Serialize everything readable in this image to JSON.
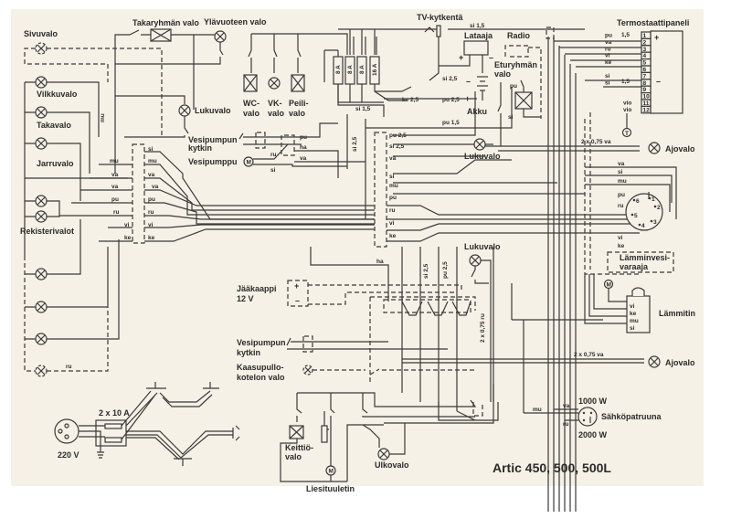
{
  "title": "Artic 450, 500, 500L",
  "components": {
    "sivuvalo": "Sivuvalo",
    "takaryhman_valo": "Takaryhmän valo",
    "ylavuoteen_valo": "Ylävuoteen valo",
    "vilkkuvalo": "Vilkkuvalo",
    "takavalo": "Takavalo",
    "jarruvalo": "Jarruvalo",
    "rekisterivalot": "Rekisterivalot",
    "lukuvalo_left": "Lukuvalo",
    "wc_valo_1": "WC-",
    "wc_valo_2": "valo",
    "vk_valo_1": "VK-",
    "vk_valo_2": "valo",
    "peili_valo_1": "Peili-",
    "peili_valo_2": "valo",
    "tv_kytkenta": "TV-kytkentä",
    "lataaja": "Lataaja",
    "radio": "Radio",
    "eturyhman_valo_1": "Eturyhmän",
    "eturyhman_valo_2": "valo",
    "akku": "Akku",
    "termostaattipaneli": "Termostaattipaneli",
    "vesipumpun_kytkin_1": "Vesipumpun",
    "vesipumpun_kytkin_2": "kytkin",
    "vesipumppu": "Vesipumppu",
    "lukuvalo_mid": "Lukuvalo",
    "ajovalo_top": "Ajovalo",
    "lamminvesivaraaja_1": "Lämminvesi-",
    "lamminvesivaraaja_2": "varaaja",
    "lukuvalo_lower": "Lukuvalo",
    "jaakaappi_1": "Jääkaappi",
    "jaakaappi_2": "12 V",
    "lammitin": "Lämmitin",
    "vesipumpun_kytkin_lower_1": "Vesipumpun",
    "vesipumpun_kytkin_lower_2": "kytkin",
    "kaasupullo_1": "Kaasupullo-",
    "kaasupullo_2": "kotelon valo",
    "ajovalo_bottom": "Ajovalo",
    "sahkopatruuna": "Sähköpatruuna",
    "power_1000": "1000 W",
    "power_2000": "2000 W",
    "fuse_2x10": "2 x 10 A",
    "mains_220": "220 V",
    "keittiovalo_1": "Keittiö-",
    "keittiovalo_2": "valo",
    "liesituuletin": "Liesituuletin",
    "ulkovalo": "Ulkovalo"
  },
  "fuses": [
    "8 A",
    "8 A",
    "8 A",
    "16 A"
  ],
  "wire_labels": {
    "si_1_5_top": "si 1,5",
    "si_1_5_fuse": "si 1,5",
    "si_2_5": "si 2,5",
    "pu_2_5": "pu 2,5",
    "pu_1_5": "pu 1,5",
    "ke_2_5": "ke   2,5",
    "pu_eturyhma": "pu",
    "si_eturyhma": "si",
    "ajovalo_cable_top": "2 x 0,75 va",
    "ajovalo_cable_bottom": "2 x 0,75 va",
    "ru_cable": "2 x 0,75 ru",
    "vert_si_2_5": "si 2,5",
    "vert_pu_2_5": "pu 2,5",
    "block_pu_2_5": "pu 2,5",
    "block_si_2_5": "si 2,5",
    "ha_lower": "ha",
    "mu_vertical": "mu",
    "ru_sivuvalo": "ru",
    "mu_heater": "mu",
    "va_heater": "va",
    "ru_heater": "ru"
  },
  "left_connector": {
    "left": [
      "mu",
      "va",
      "va",
      "pu",
      "ru",
      "vi",
      "ke"
    ],
    "right": [
      "si",
      "mu",
      "va",
      "va",
      "pu",
      "ru",
      "vi",
      "ke"
    ]
  },
  "mid_connector": [
    "pu 2,5",
    "si 2,5",
    "va",
    "si",
    "mu",
    "pu",
    "ru",
    "vi",
    "ke"
  ],
  "pump_wires": [
    "pu",
    "ha",
    "va",
    "ru",
    "si"
  ],
  "thermostat": {
    "terminals": [
      "1",
      "2",
      "3",
      "4",
      "5",
      "6",
      "7",
      "8",
      "9",
      "10",
      "11",
      "12"
    ],
    "wires": [
      "pu",
      "va",
      "ru",
      "vi",
      "ke",
      "",
      "si",
      "si",
      "",
      "",
      "vio",
      "vio"
    ],
    "gauge_1": "1,5",
    "gauge_8": "1,5",
    "plus": "+",
    "minus": "–",
    "sensor": "T"
  },
  "round_connector": {
    "pins": [
      "1",
      "2",
      "3",
      "4",
      "5",
      "6"
    ],
    "wires": [
      "va",
      "si",
      "mu",
      "pu",
      "ru",
      "vi",
      "ke"
    ]
  },
  "lammitin_wires": [
    "vi",
    "ke",
    "mu",
    "si"
  ],
  "motor_symbol": "M",
  "battery_signs": {
    "plus": "+",
    "minus": "–"
  }
}
